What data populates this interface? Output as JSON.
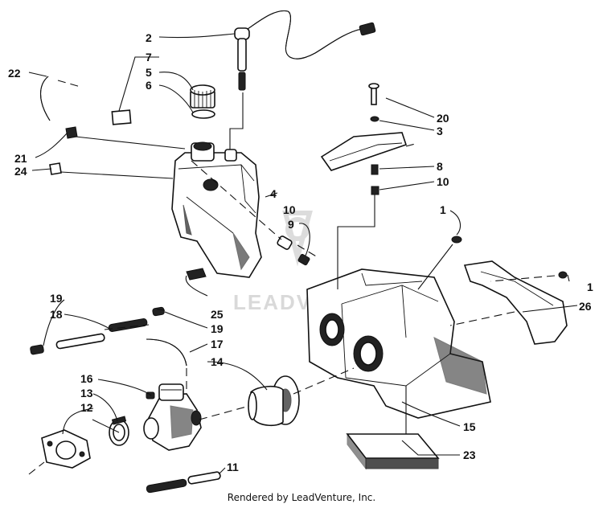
{
  "watermark": "LEADVENTURE",
  "credit": "Rendered by LeadVenture, Inc.",
  "callouts": {
    "c1a": "1",
    "c1b": "1",
    "c2": "2",
    "c3": "3",
    "c4": "4",
    "c5": "5",
    "c6": "6",
    "c7": "7",
    "c8": "8",
    "c9": "9",
    "c10a": "10",
    "c10b": "10",
    "c11": "11",
    "c12": "12",
    "c13": "13",
    "c14": "14",
    "c15": "15",
    "c16": "16",
    "c17": "17",
    "c18": "18",
    "c19a": "19",
    "c19b": "19",
    "c20": "20",
    "c21": "21",
    "c22": "22",
    "c23": "23",
    "c24": "24",
    "c25": "25",
    "c26": "26"
  }
}
